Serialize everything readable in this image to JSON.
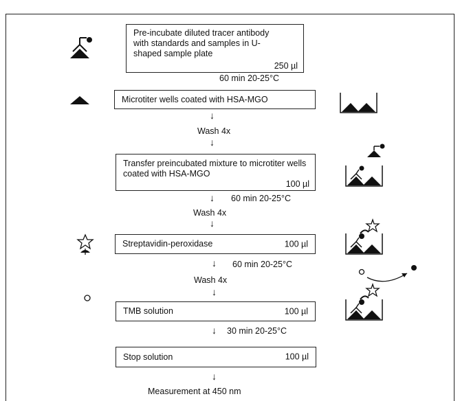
{
  "steps": [
    {
      "text": "Pre-incubate diluted tracer antibody with standards and samples in U-shaped sample plate",
      "volume": "250 µl",
      "after": "60 min 20-25°C"
    },
    {
      "text": "Microtiter wells coated with HSA-MGO",
      "volume": "",
      "after": "Wash 4x"
    },
    {
      "text": "Transfer preincubated mixture to microtiter wells coated with HSA-MGO",
      "volume": "100 µl",
      "after_time": "60 min 20-25°C",
      "after_wash": "Wash 4x"
    },
    {
      "text": "Streptavidin-peroxidase",
      "volume": "100 µl",
      "after_time": "60 min 20-25°C",
      "after_wash": "Wash 4x"
    },
    {
      "text": "TMB solution",
      "volume": "100 µl",
      "after": "30 min 20-25°C"
    },
    {
      "text": "Stop solution",
      "volume": "100 µl",
      "after": "Measurement at 450 nm"
    }
  ],
  "arrow_glyph": "↓"
}
